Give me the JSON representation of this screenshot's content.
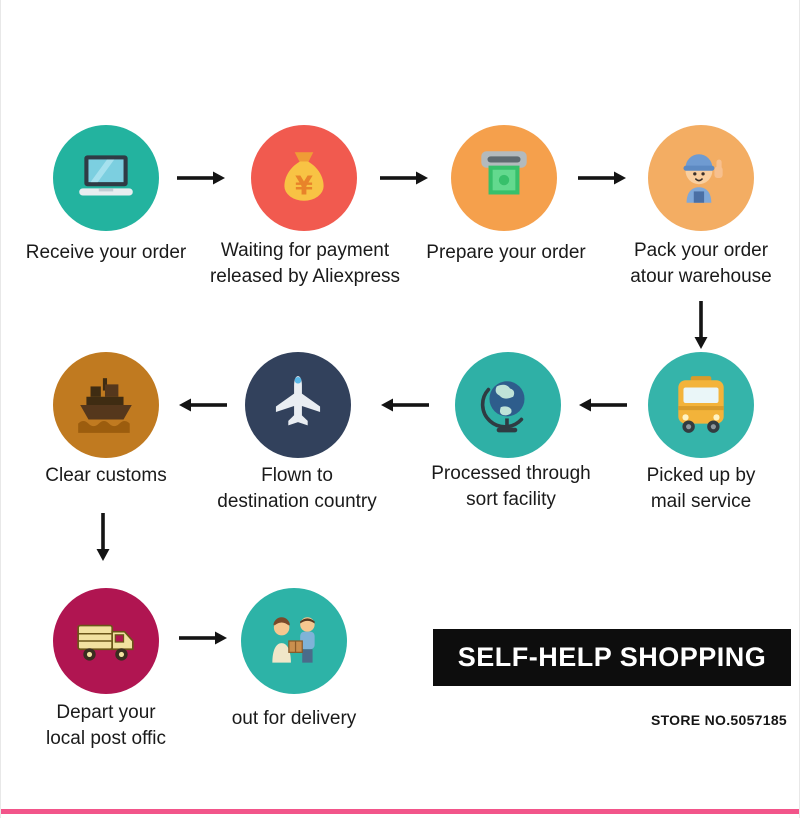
{
  "banner": {
    "text": "SELF-HELP SHOPPING"
  },
  "store": {
    "text": "STORE NO.5057185"
  },
  "colors": {
    "banner_bg": "#0d0d0d",
    "banner_text": "#ffffff",
    "bottom_line": "#f2558a",
    "arrow": "#141414"
  },
  "steps": [
    {
      "label": "Receive your order",
      "color": "#23b39f",
      "icon": "laptop-icon"
    },
    {
      "label": "Waiting for payment\nreleased by Aliexpress",
      "color": "#f15a4f",
      "icon": "money-bag-icon"
    },
    {
      "label": "Prepare your order",
      "color": "#f5a04c",
      "icon": "atm-payment-icon"
    },
    {
      "label": "Pack your order\natour warehouse",
      "color": "#f3ad63",
      "icon": "warehouse-worker-icon"
    },
    {
      "label": "Picked up by\nmail service",
      "color": "#35b4aa",
      "icon": "mail-bus-icon"
    },
    {
      "label": "Processed through\nsort facility",
      "color": "#2fb0a6",
      "icon": "globe-icon"
    },
    {
      "label": "Flown to\ndestination country",
      "color": "#32415c",
      "icon": "airplane-icon"
    },
    {
      "label": "Clear customs",
      "color": "#c07a20",
      "icon": "cargo-ship-icon"
    },
    {
      "label": "Depart your\nlocal post offic",
      "color": "#b01551",
      "icon": "delivery-truck-icon"
    },
    {
      "label": "out for delivery",
      "color": "#2db3a7",
      "icon": "handoff-delivery-icon"
    }
  ]
}
